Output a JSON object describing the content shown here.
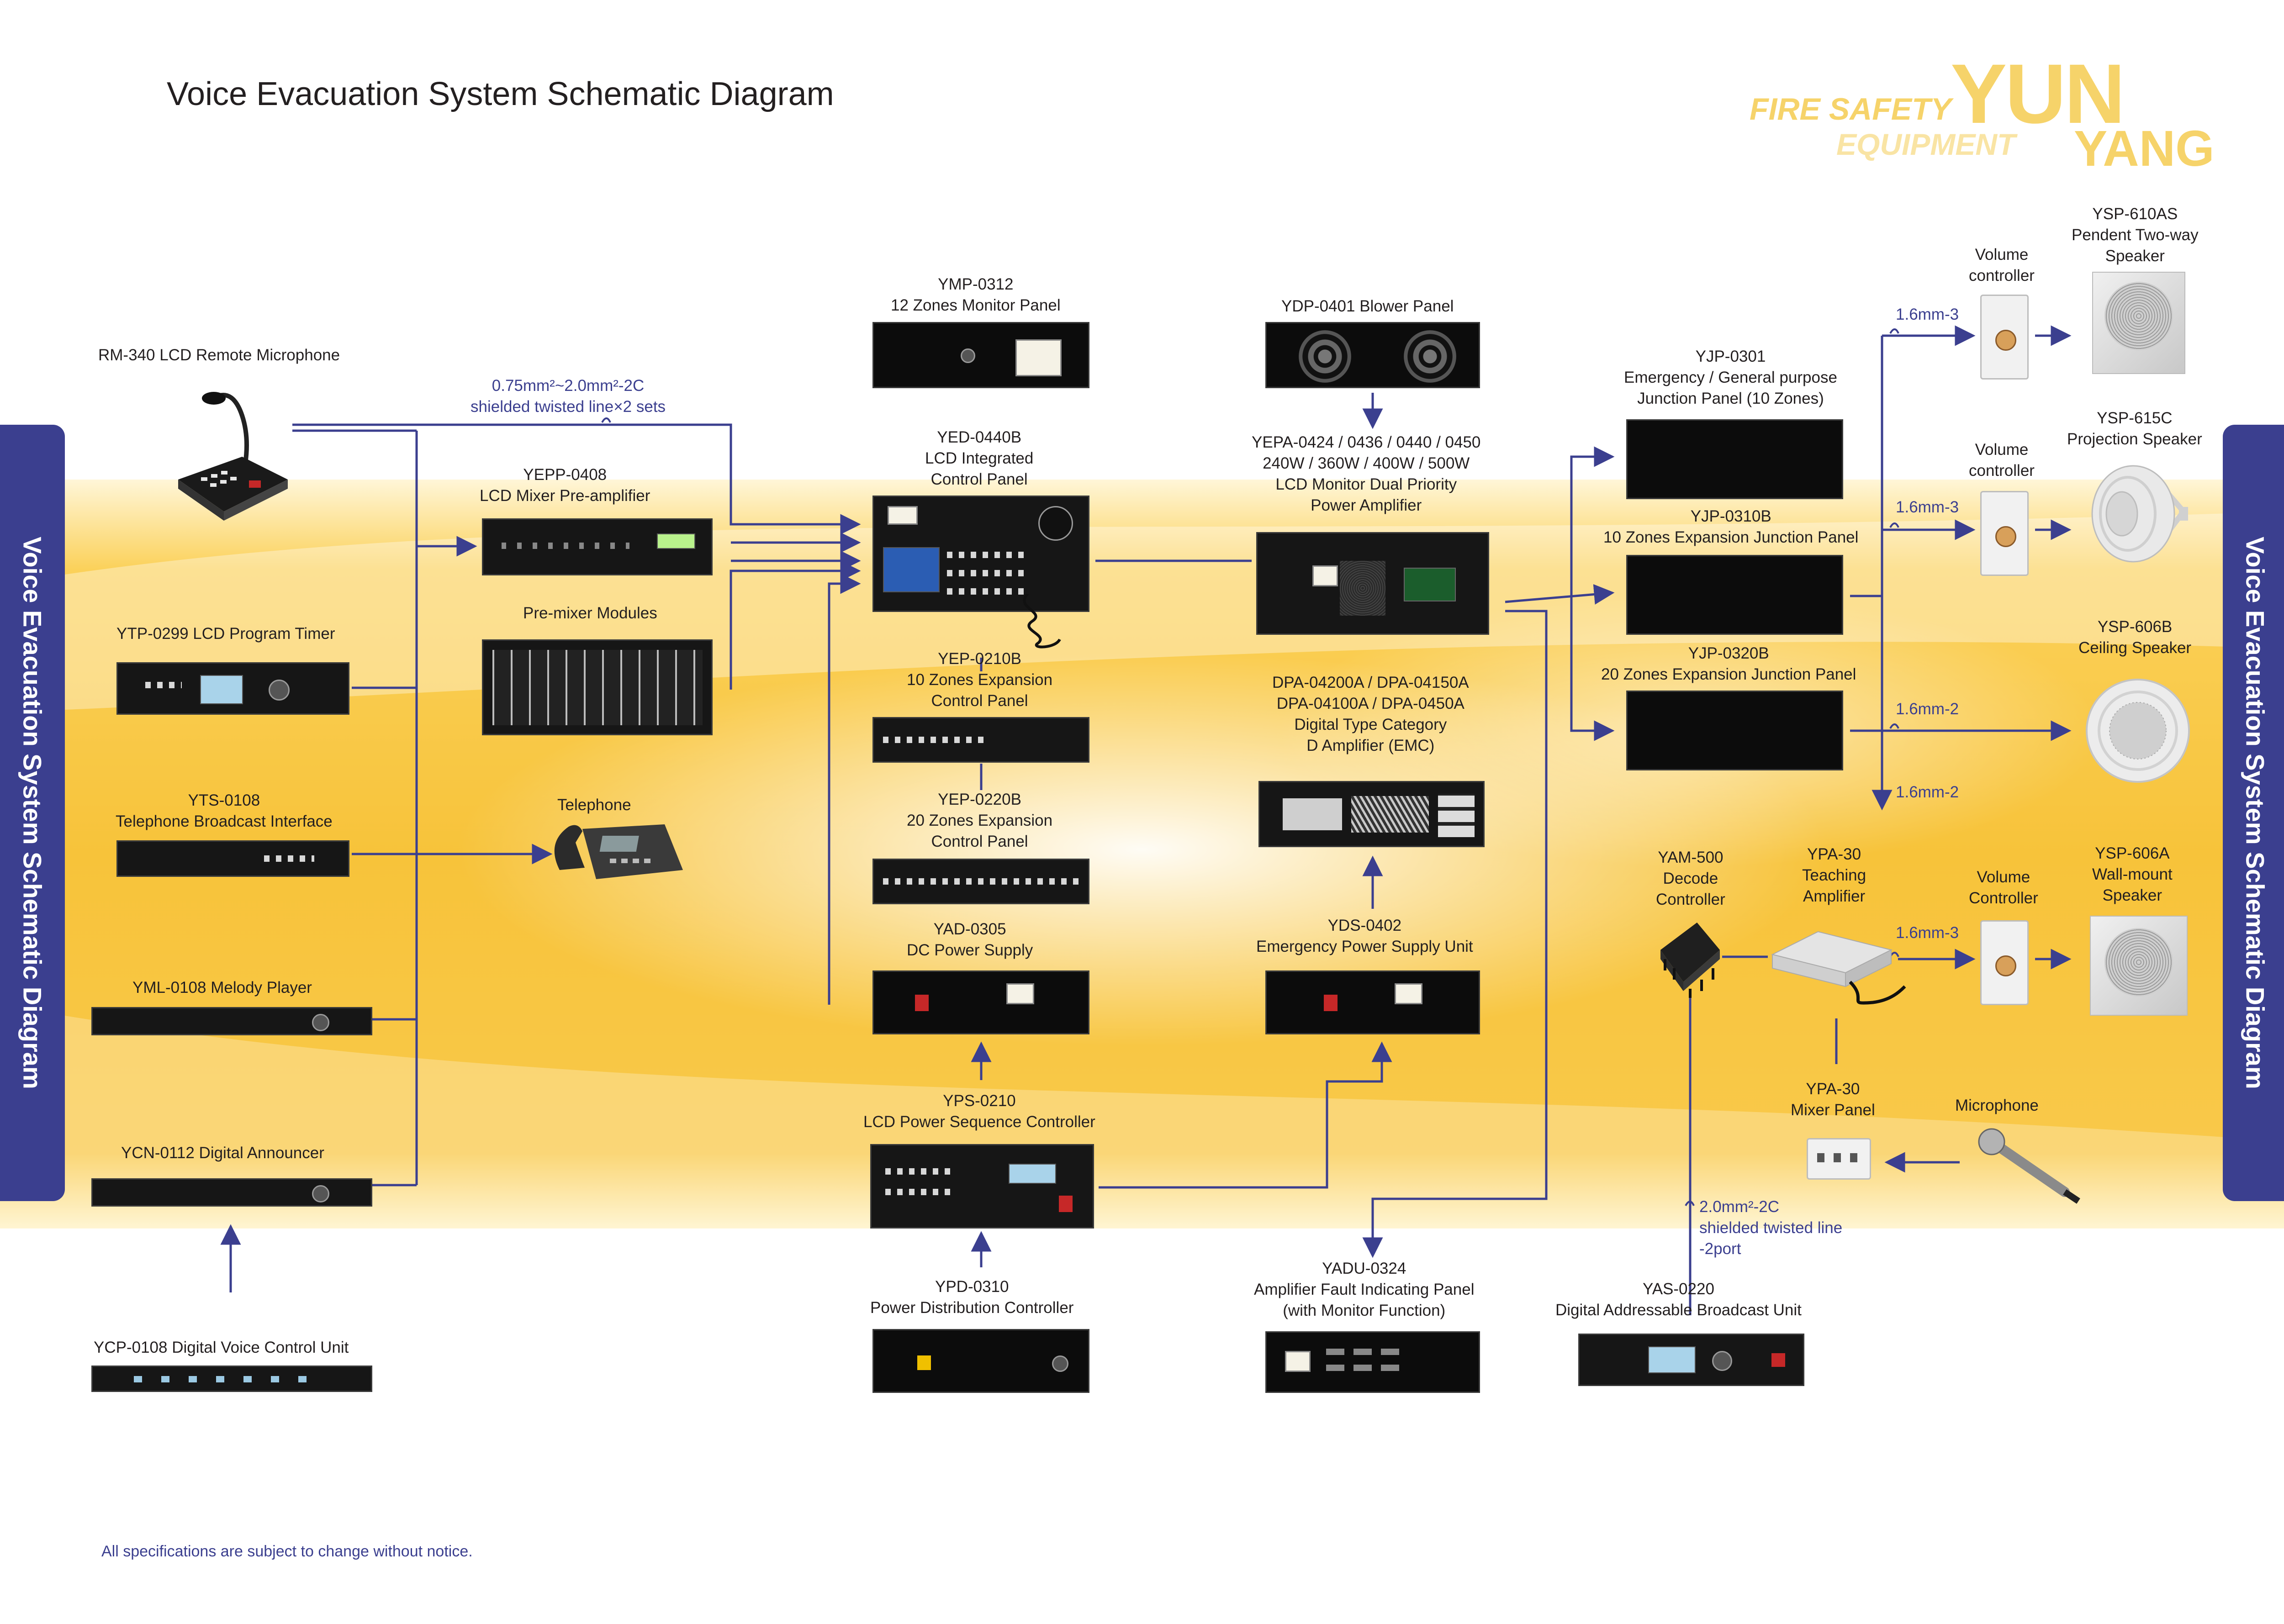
{
  "title": "Voice Evacuation System Schematic Diagram",
  "side_label": "Voice Evacuation System Schematic Diagram",
  "footnote": "All specifications are subject to change without notice.",
  "logo": {
    "line1": "FIRE SAFETY",
    "line2": "EQUIPMENT",
    "brand1": "YUN",
    "brand2": "YANG"
  },
  "colors": {
    "wire": "#3b3f8f",
    "side_bar": "#3b3f8f",
    "band": "#f6bd2a",
    "logo": "#f6d36a"
  },
  "devices": {
    "rm340": "RM-340  LCD Remote Microphone",
    "ytp0299": "YTP-0299  LCD Program Timer",
    "yts0108": {
      "model": "YTS-0108",
      "name": "Telephone Broadcast Interface"
    },
    "yml0108": "YML-0108  Melody Player",
    "ycn0112": "YCN-0112  Digital Announcer",
    "ycp0108": "YCP-0108  Digital Voice Control Unit",
    "yepp0408": {
      "model": "YEPP-0408",
      "name": "LCD Mixer Pre-amplifier"
    },
    "premixer": "Pre-mixer Modules",
    "telephone": "Telephone",
    "ymp0312": {
      "model": "YMP-0312",
      "name": "12 Zones Monitor Panel"
    },
    "yed0440b": {
      "model": "YED-0440B",
      "line1": "LCD Integrated",
      "line2": "Control Panel"
    },
    "yep0210b": {
      "model": "YEP-0210B",
      "line1": "10 Zones Expansion",
      "line2": "Control Panel"
    },
    "yep0220b": {
      "model": "YEP-0220B",
      "line1": "20 Zones Expansion",
      "line2": "Control Panel"
    },
    "yad0305": {
      "model": "YAD-0305",
      "name": "DC Power Supply"
    },
    "yps0210": {
      "model": "YPS-0210",
      "name": "LCD Power Sequence Controller"
    },
    "ypd0310": {
      "model": "YPD-0310",
      "name": "Power Distribution Controller"
    },
    "ydp0401": "YDP-0401  Blower Panel",
    "yepa": {
      "line1": "YEPA-0424 / 0436 / 0440 / 0450",
      "line2": "240W / 360W / 400W / 500W",
      "line3": "LCD Monitor Dual Priority",
      "line4": "Power Amplifier"
    },
    "dpa": {
      "line1": "DPA-04200A / DPA-04150A",
      "line2": "DPA-04100A / DPA-0450A",
      "line3": "Digital Type Category",
      "line4": "D Amplifier (EMC)"
    },
    "yds0402": {
      "model": "YDS-0402",
      "name": "Emergency Power Supply Unit"
    },
    "yadu0324": {
      "model": "YADU-0324",
      "line1": "Amplifier Fault Indicating Panel",
      "line2": "(with Monitor Function)"
    },
    "yjp0301": {
      "model": "YJP-0301",
      "line1": "Emergency / General purpose",
      "line2": "Junction Panel (10 Zones)"
    },
    "yjp0310b": {
      "model": "YJP-0310B",
      "name": "10 Zones Expansion Junction Panel"
    },
    "yjp0320b": {
      "model": "YJP-0320B",
      "name": "20 Zones Expansion Junction Panel"
    },
    "yam500": {
      "model": "YAM-500",
      "line1": "Decode",
      "line2": "Controller"
    },
    "ypa30t": {
      "model": "YPA-30",
      "line1": "Teaching",
      "line2": "Amplifier"
    },
    "ypa30m": {
      "model": "YPA-30",
      "name": "Mixer Panel"
    },
    "microphone": "Microphone",
    "yas0220": {
      "model": "YAS-0220",
      "name": "Digital Addressable Broadcast Unit"
    },
    "vol1": {
      "line1": "Volume",
      "line2": "controller"
    },
    "vol2": {
      "line1": "Volume",
      "line2": "controller"
    },
    "vol3": {
      "line1": "Volume",
      "line2": "Controller"
    },
    "ysp610as": {
      "model": "YSP-610AS",
      "line1": "Pendent Two-way",
      "line2": "Speaker"
    },
    "ysp615c": {
      "model": "YSP-615C",
      "name": "Projection Speaker"
    },
    "ysp606b": {
      "model": "YSP-606B",
      "name": "Ceiling Speaker"
    },
    "ysp606a": {
      "model": "YSP-606A",
      "line1": "Wall-mount",
      "line2": "Speaker"
    }
  },
  "cables": {
    "main_line1": "0.75mm²~2.0mm²-2C",
    "main_line2": "shielded twisted line×2 sets",
    "w1": "1.6mm-3",
    "w2": "1.6mm-3",
    "w3": "1.6mm-2",
    "w4": "1.6mm-2",
    "w5": "1.6mm-3",
    "yas_line1": "2.0mm²-2C",
    "yas_line2": "shielded twisted line",
    "yas_line3": "-2port"
  }
}
